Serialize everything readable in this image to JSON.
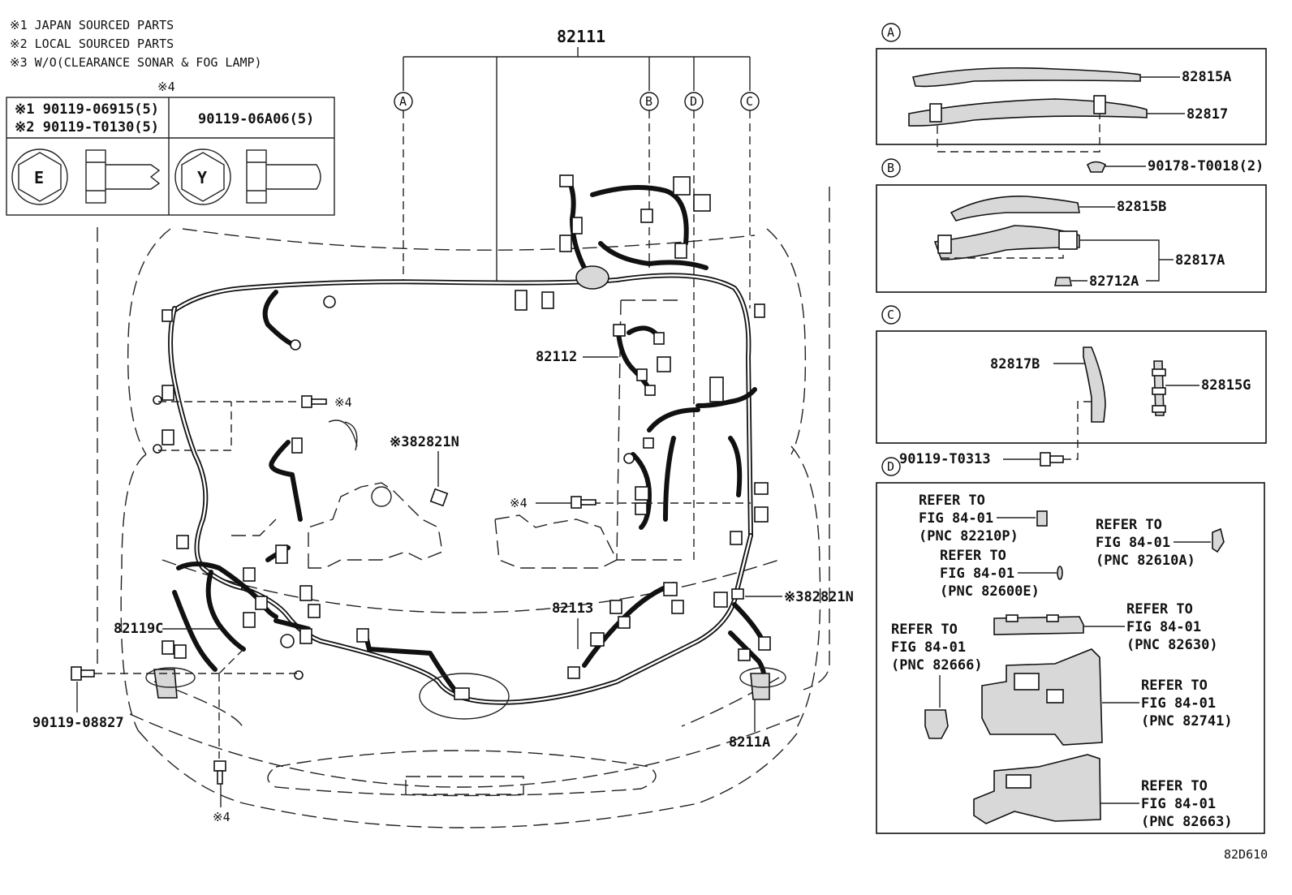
{
  "notes": {
    "n1": "※1 JAPAN SOURCED PARTS",
    "n2": "※2 LOCAL SOURCED PARTS",
    "n3": "※3 W/O(CLEARANCE SONAR & FOG LAMP)"
  },
  "bolt_table": {
    "header_mark": "※4",
    "left_line1": "※1 90119-06915(5)",
    "left_line2": "※2 90119-T0130(5)",
    "right_line": "90119-06A06(5)",
    "left_head_letter": "E",
    "right_head_letter": "Y"
  },
  "callouts": {
    "A": "A",
    "B": "B",
    "C": "C",
    "D": "D"
  },
  "main_labels": {
    "p82111": "82111",
    "p82112": "82112",
    "p82113": "82113",
    "p82119C": "82119C",
    "p8211A": "8211A",
    "p82821N_upper": "※382821N",
    "p82821N_lower": "※382821N",
    "bolt_left": "90119-08827",
    "mark4_a": "※4",
    "mark4_b": "※4",
    "mark4_c": "※4"
  },
  "detail_A": {
    "p1": "82815A",
    "p2": "82817",
    "clip": "90178-T0018(2)"
  },
  "detail_B": {
    "p1": "82815B",
    "p2": "82817A",
    "p3": "82712A"
  },
  "detail_C": {
    "p1": "82817B",
    "p2": "82815G",
    "bolt": "90119-T0313"
  },
  "detail_D": {
    "refs": [
      {
        "l1": "REFER TO",
        "l2": "FIG 84-01",
        "l3": "(PNC 82210P)"
      },
      {
        "l1": "REFER TO",
        "l2": "FIG 84-01",
        "l3": "(PNC 82610A)"
      },
      {
        "l1": "REFER TO",
        "l2": "FIG 84-01",
        "l3": "(PNC 82600E)"
      },
      {
        "l1": "REFER TO",
        "l2": "FIG 84-01",
        "l3": "(PNC 82630)"
      },
      {
        "l1": "REFER TO",
        "l2": "FIG 84-01",
        "l3": "(PNC 82666)"
      },
      {
        "l1": "REFER TO",
        "l2": "FIG 84-01",
        "l3": "(PNC 82741)"
      },
      {
        "l1": "REFER TO",
        "l2": "FIG 84-01",
        "l3": "(PNC 82663)"
      }
    ]
  },
  "figure_code": "82D610"
}
